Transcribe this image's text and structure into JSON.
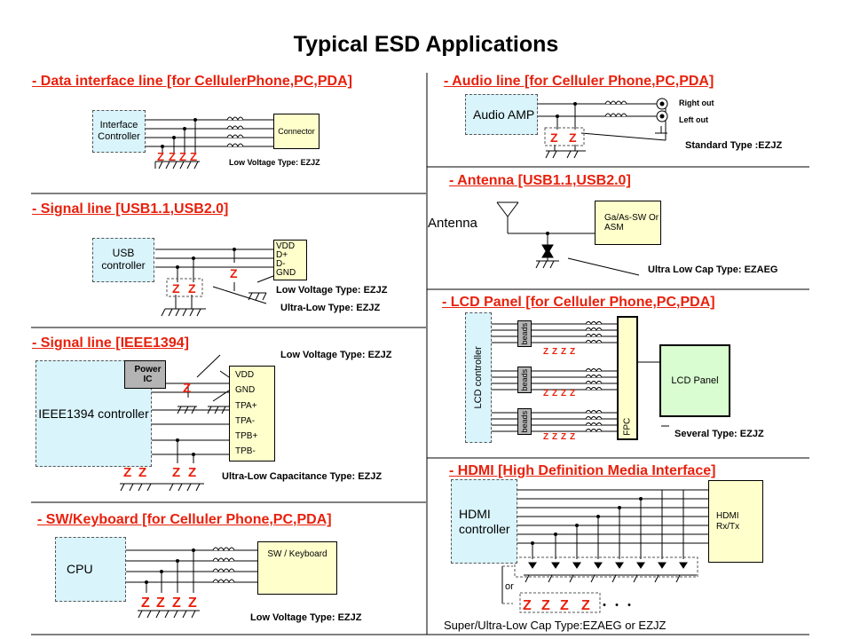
{
  "title": "Typical ESD Applications",
  "sections": {
    "data_interface": {
      "heading": "- Data interface line  [for CellulerPhone,PC,PDA]",
      "controller": "Interface Controller",
      "connector": "Connector",
      "note": "Low Voltage Type: EZJZ"
    },
    "signal_usb": {
      "heading": "- Signal line  [USB1.1,USB2.0]",
      "controller": "USB controller",
      "pins": [
        "VDD",
        "D+",
        "D-",
        "GND"
      ],
      "note1": "Low Voltage Type: EZJZ",
      "note2": "Ultra-Low   Type: EZJZ"
    },
    "signal_ieee": {
      "heading": "- Signal line [IEEE1394]",
      "controller": "IEEE1394 controller",
      "power_ic": "Power IC",
      "pins": [
        "VDD",
        "GND",
        "TPA+",
        "TPA-",
        "TPB+",
        "TPB-"
      ],
      "note1": "Low Voltage Type: EZJZ",
      "note2": "Ultra-Low  Capacitance  Type: EZJZ"
    },
    "sw_keyboard": {
      "heading": "- SW/Keyboard [for Celluler Phone,PC,PDA]",
      "cpu": "CPU",
      "keyboard": "SW / Keyboard",
      "note": "Low  Voltage  Type: EZJZ"
    },
    "audio": {
      "heading": "- Audio line  [for Celluler Phone,PC,PDA]",
      "amp": "Audio AMP",
      "right_out": "Right out",
      "left_out": "Left out",
      "note": "Standard  Type :EZJZ"
    },
    "antenna": {
      "heading": "- Antenna  [USB1.1,USB2.0]",
      "antenna_label": "Antenna",
      "switch": "Ga/As-SW Or ASM",
      "note": "Ultra Low Cap Type: EZAEG"
    },
    "lcd": {
      "heading": "- LCD Panel [for Celluler Phone,PC,PDA]",
      "controller": "LCD  controller",
      "beads": "beads",
      "fpc": "FPC",
      "panel": "LCD Panel",
      "note": "Several  Type: EZJZ"
    },
    "hdmi": {
      "heading": "- HDMI [High Definition Media Interface]",
      "controller": "HDMI controller",
      "rx": "HDMI Rx/Tx",
      "or": "or",
      "dots": "・・・",
      "note": "Super/Ultra-Low  Cap Type:EZAEG  or EZJZ"
    }
  },
  "colors": {
    "heading": "#e8200c",
    "zener": "#e8200c",
    "controller_fill": "#d9f4fb",
    "connector_fill": "#ffffcc",
    "panel_fill": "#d9fcd0"
  }
}
